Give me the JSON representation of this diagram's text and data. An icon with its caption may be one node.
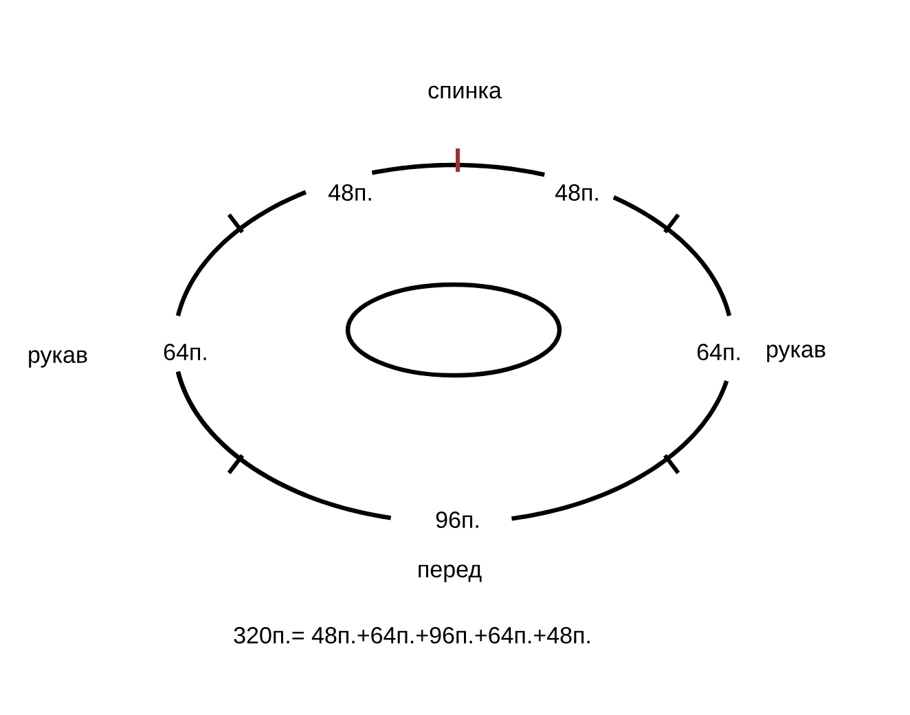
{
  "diagram": {
    "labels": [
      "спинка",
      "48п.",
      "48п.",
      "рукав",
      "64п.",
      "64п.",
      "рукав",
      "96п.",
      "перед",
      "320п.= 48п.+64п.+96п.+64п.+48п."
    ]
  }
}
